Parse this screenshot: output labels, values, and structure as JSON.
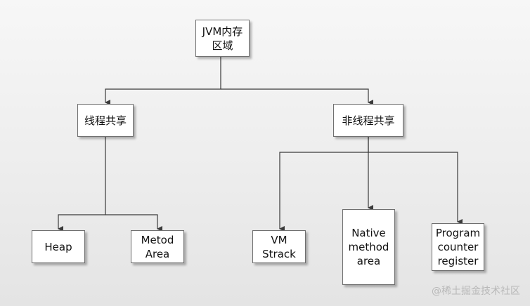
{
  "diagram": {
    "root": "JVM内存\n区域",
    "shared": {
      "label": "线程共享",
      "children": [
        "Heap",
        "Metod\nArea"
      ]
    },
    "non_shared": {
      "label": "非线程共享",
      "children": [
        "VM Strack",
        "Native\nmethod\narea",
        "Program\ncounter\nregister"
      ]
    }
  },
  "watermark": "@稀土掘金技术社区",
  "colors": {
    "line": "#3a3a3a",
    "node_fill": "#ffffff",
    "node_border": "#6f6f6f"
  }
}
